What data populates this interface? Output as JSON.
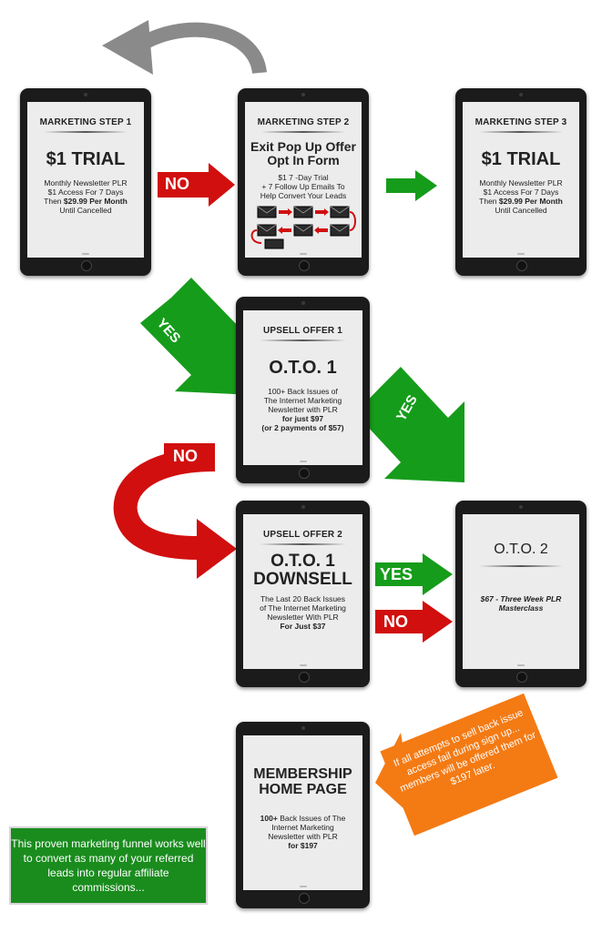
{
  "colors": {
    "red": "#d10f0f",
    "green": "#169c1b",
    "orange": "#f47a14",
    "device": "#1b1b1b"
  },
  "step1": {
    "title": "MARKETING STEP 1",
    "headline": "$1 TRIAL",
    "lines": [
      "Monthly Newsletter PLR",
      "$1 Access For  7 Days",
      "Then",
      "$29.99 Per Month",
      "Until Cancelled"
    ]
  },
  "step2": {
    "title": "MARKETING STEP 2",
    "headline": "Exit Pop Up Offer Opt In Form",
    "lines": [
      "$1  7 -Day Trial",
      "+ 7 Follow Up Emails To",
      "Help Convert Your Leads"
    ]
  },
  "step3": {
    "title": "MARKETING STEP 3",
    "headline": "$1 TRIAL",
    "lines": [
      "Monthly Newsletter PLR",
      "$1 Access For  7  Days",
      "Then",
      "$29.99 Per Month",
      "Until Cancelled"
    ]
  },
  "upsell1": {
    "title": "UPSELL OFFER 1",
    "headline": "O.T.O. 1",
    "lines": [
      "100+ Back Issues of",
      "The Internet Marketing",
      "Newsletter with PLR",
      "for just $97",
      "(or 2 payments of $57)"
    ]
  },
  "upsell2": {
    "title": "UPSELL OFFER 2",
    "headline": "O.T.O. 1 DOWNSELL",
    "lines": [
      "The Last 20 Back Issues",
      "of The Internet Marketing",
      "Newsletter With PLR",
      "For Just $37"
    ]
  },
  "oto2": {
    "headline": "O.T.O. 2",
    "lines": [
      "$67 - Three Week PLR",
      "Masterclass"
    ]
  },
  "membership": {
    "headline": "MEMBERSHIP HOME PAGE",
    "lines": [
      "100+",
      "Back Issues of The",
      "Internet Marketing",
      "Newsletter with PLR",
      "for $197"
    ]
  },
  "arrows": {
    "no": "NO",
    "yes": "YES"
  },
  "notes": {
    "green": "This proven marketing funnel works well to convert as many of your referred leads into regular affiliate commissions...",
    "orange": "If all attempts to sell back issue access fail during sign up... members will be offered them for $197 later."
  }
}
